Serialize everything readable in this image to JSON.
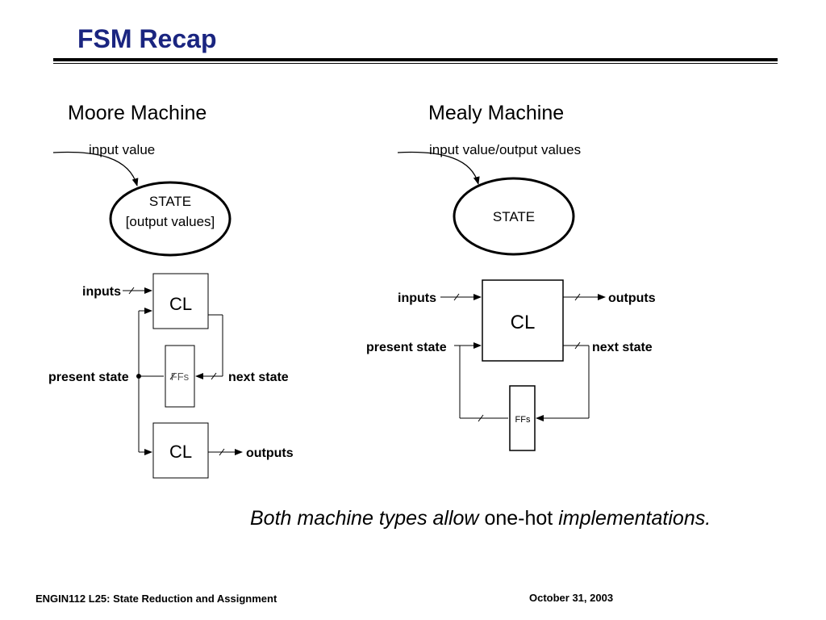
{
  "slide": {
    "title": "FSM Recap"
  },
  "moore": {
    "heading": "Moore Machine",
    "arc_label": "input value",
    "state_name": "STATE",
    "state_outputs": "[output values]",
    "diagram": {
      "inputs": "inputs",
      "present_state": "present state",
      "next_state": "next state",
      "outputs": "outputs",
      "cl_top": "CL",
      "cl_bottom": "CL",
      "ffs": "FFs"
    }
  },
  "mealy": {
    "heading": "Mealy Machine",
    "arc_label": "input value/output values",
    "state_name": "STATE",
    "diagram": {
      "inputs": "inputs",
      "present_state": "present state",
      "next_state": "next state",
      "outputs": "outputs",
      "cl": "CL",
      "ffs": "FFs"
    }
  },
  "caption": {
    "part1": "Both machine types allow",
    "part2": "one-hot",
    "part3": "implementations."
  },
  "footer": {
    "course": "ENGIN112  L25: State Reduction and Assignment",
    "date": "October 31, 2003"
  }
}
